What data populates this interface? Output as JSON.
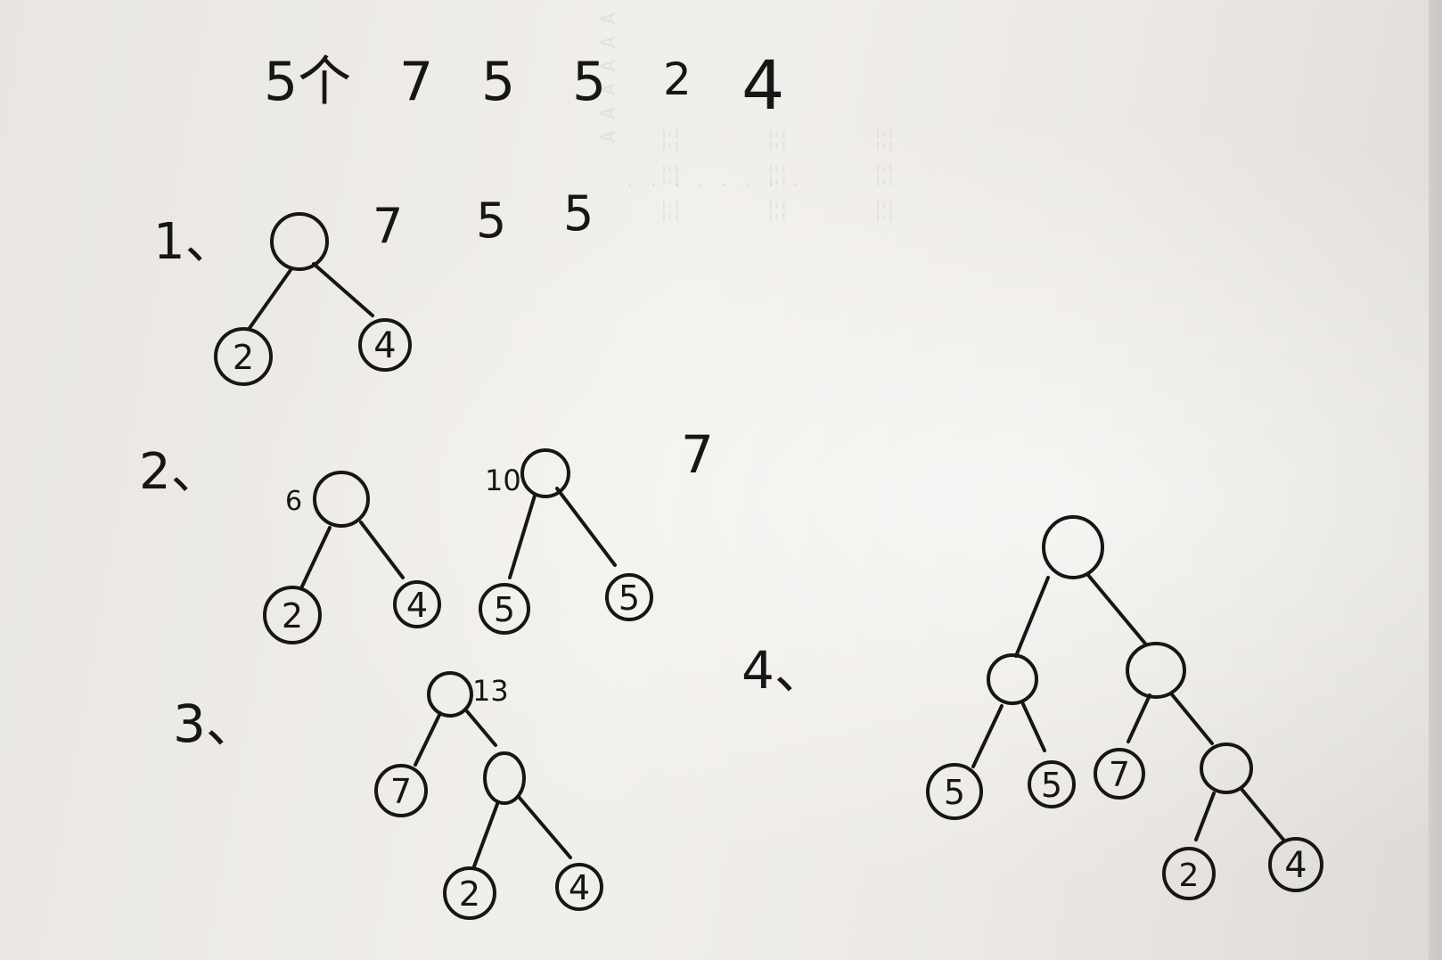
{
  "header": {
    "count_label": "5个",
    "values": [
      "7",
      "5",
      "5",
      "2",
      "4"
    ]
  },
  "steps": [
    {
      "label": "1、",
      "remaining": [
        "7",
        "5",
        "5"
      ],
      "trees": [
        {
          "root": "",
          "left": "2",
          "right": "4"
        }
      ]
    },
    {
      "label": "2、",
      "remaining": [
        "7"
      ],
      "trees": [
        {
          "root": "6",
          "left": "2",
          "right": "4"
        },
        {
          "root": "10",
          "left": "5",
          "right": "5"
        }
      ]
    },
    {
      "label": "3、",
      "trees": [
        {
          "root": "13",
          "left": "7",
          "right": {
            "left": "2",
            "right": "4"
          }
        }
      ]
    },
    {
      "label": "4、",
      "trees": [
        {
          "left": {
            "left": "5",
            "right": "5"
          },
          "right": {
            "left": "7",
            "right": {
              "left": "2",
              "right": "4"
            }
          }
        }
      ]
    }
  ],
  "colors": {
    "ink": "#161616",
    "paper": "#efece8"
  }
}
